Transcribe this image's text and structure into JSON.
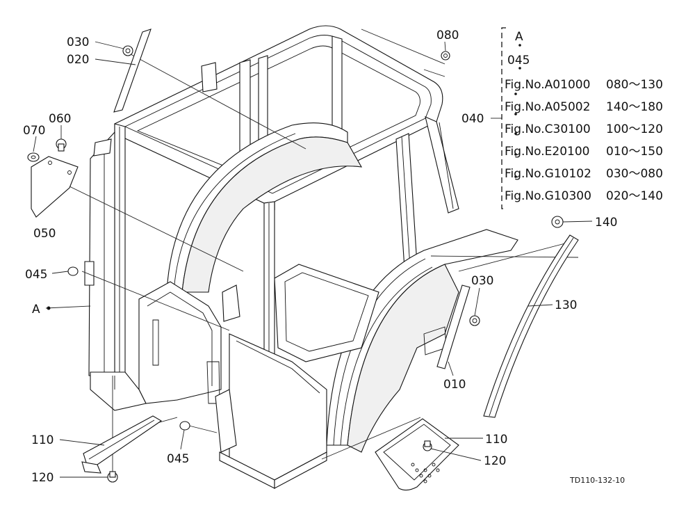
{
  "callouts": {
    "c030_top": "030",
    "c020": "020",
    "c080": "080",
    "c060": "060",
    "c070": "070",
    "c050": "050",
    "c045_left": "045",
    "cA": "A",
    "c040": "040",
    "c140": "140",
    "c030_right": "030",
    "c130": "130",
    "c010": "010",
    "c110_left": "110",
    "c120_left": "120",
    "c045_bottom": "045",
    "c110_right": "110",
    "c120_right": "120"
  },
  "reference_box": {
    "header": "A",
    "sub": "045",
    "rows": [
      {
        "fig": "Fig.No.A01000",
        "range": "080～130"
      },
      {
        "fig": "Fig.No.A05002",
        "range": "140～180"
      },
      {
        "fig": "Fig.No.C30100",
        "range": "100～120"
      },
      {
        "fig": "Fig.No.E20100",
        "range": "010～150"
      },
      {
        "fig": "Fig.No.G10102",
        "range": "030～080"
      },
      {
        "fig": "Fig.No.G10300",
        "range": "020～140"
      }
    ]
  },
  "drawing_code": "TD110-132-10"
}
